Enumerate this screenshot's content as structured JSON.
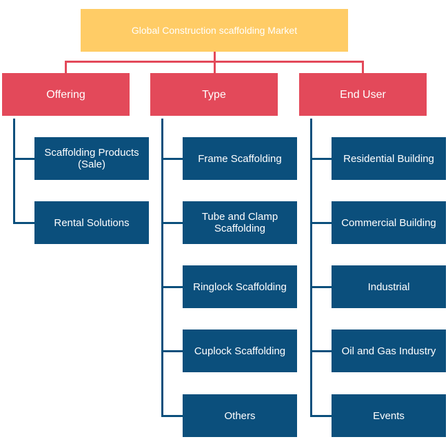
{
  "colors": {
    "root": "#FFCC66",
    "category": "#E3495A",
    "leaf": "#0B4F7C",
    "connector_top": "#E3495A",
    "connector_branch": "#0B4F7C"
  },
  "root": {
    "label": "Global Construction scaffolding Market"
  },
  "categories": [
    {
      "label": "Offering",
      "items": [
        "Scaffolding Products (Sale)",
        "Rental Solutions"
      ]
    },
    {
      "label": "Type",
      "items": [
        "Frame Scaffolding",
        "Tube and Clamp Scaffolding",
        "Ringlock Scaffolding",
        "Cuplock Scaffolding",
        "Others"
      ]
    },
    {
      "label": "End User",
      "items": [
        "Residential Building",
        "Commercial Building",
        "Industrial",
        "Oil and Gas Industry",
        "Events"
      ]
    }
  ]
}
